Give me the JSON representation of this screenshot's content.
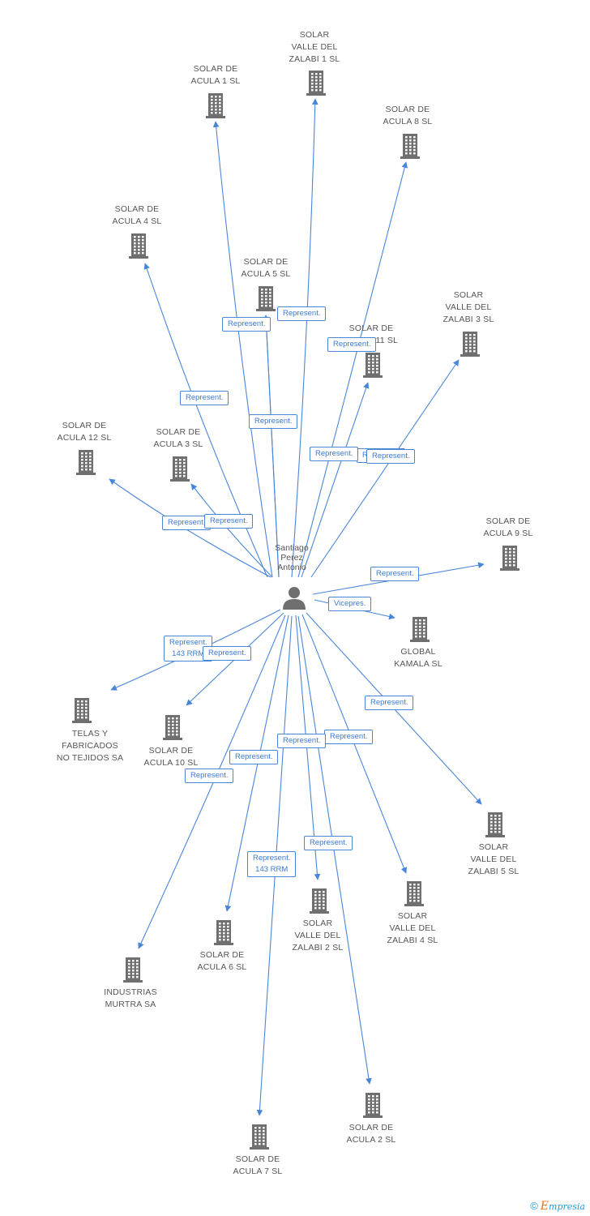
{
  "diagram": {
    "center": {
      "label": "Santiago\nPerez\nAntonio",
      "icon": "person-icon"
    },
    "colors": {
      "edge": "#4a86d8",
      "icon": "#6f6f6f",
      "text": "#555555"
    },
    "nodes": [
      {
        "id": "acula1",
        "label": "SOLAR DE\nACULA 1 SL",
        "icon": "building-icon"
      },
      {
        "id": "zalabi1",
        "label": "SOLAR\nVALLE DEL\nZALABI 1 SL",
        "icon": "building-icon"
      },
      {
        "id": "acula8",
        "label": "SOLAR DE\nACULA 8 SL",
        "icon": "building-icon"
      },
      {
        "id": "acula4",
        "label": "SOLAR DE\nACULA 4 SL",
        "icon": "building-icon"
      },
      {
        "id": "acula5",
        "label": "SOLAR DE\nACULA 5 SL",
        "icon": "building-icon"
      },
      {
        "id": "acula11",
        "label": "SOLAR DE\nACULA 11 SL",
        "icon": "building-icon"
      },
      {
        "id": "zalabi3",
        "label": "SOLAR\nVALLE DEL\nZALABI 3 SL",
        "icon": "building-icon"
      },
      {
        "id": "acula12",
        "label": "SOLAR DE\nACULA 12 SL",
        "icon": "building-icon"
      },
      {
        "id": "acula3",
        "label": "SOLAR DE\nACULA 3 SL",
        "icon": "building-icon"
      },
      {
        "id": "acula9",
        "label": "SOLAR DE\nACULA 9 SL",
        "icon": "building-icon"
      },
      {
        "id": "kamala",
        "label": "GLOBAL\nKAMALA SL",
        "icon": "building-icon"
      },
      {
        "id": "telas",
        "label": "TELAS Y\nFABRICADOS\nNO TEJIDOS SA",
        "icon": "building-icon"
      },
      {
        "id": "acula10",
        "label": "SOLAR DE\nACULA 10 SL",
        "icon": "building-icon"
      },
      {
        "id": "zalabi5",
        "label": "SOLAR\nVALLE DEL\nZALABI 5 SL",
        "icon": "building-icon"
      },
      {
        "id": "zalabi4",
        "label": "SOLAR\nVALLE DEL\nZALABI 4 SL",
        "icon": "building-icon"
      },
      {
        "id": "zalabi2",
        "label": "SOLAR\nVALLE DEL\nZALABI 2 SL",
        "icon": "building-icon"
      },
      {
        "id": "acula6",
        "label": "SOLAR DE\nACULA 6 SL",
        "icon": "building-icon"
      },
      {
        "id": "murtra",
        "label": "INDUSTRIAS\nMURTRA SA",
        "icon": "building-icon"
      },
      {
        "id": "acula2",
        "label": "SOLAR DE\nACULA 2 SL",
        "icon": "building-icon"
      },
      {
        "id": "acula7",
        "label": "SOLAR DE\nACULA 7 SL",
        "icon": "building-icon"
      }
    ],
    "edges": [
      {
        "to": "acula1",
        "label": "Represent."
      },
      {
        "to": "zalabi1",
        "label": "Represent."
      },
      {
        "to": "acula8",
        "label": "Represent."
      },
      {
        "to": "acula4",
        "label": "Represent."
      },
      {
        "to": "acula5",
        "label": "Represent."
      },
      {
        "to": "acula11",
        "label": "Represent."
      },
      {
        "to": "zalabi3",
        "label": "Represent."
      },
      {
        "to": "acula12",
        "label": "Represent."
      },
      {
        "to": "acula3",
        "label": "Represent."
      },
      {
        "to": "acula9",
        "label": "Represent."
      },
      {
        "to": "kamala",
        "label": "Vicepres."
      },
      {
        "to": "telas",
        "label": "Represent.\n143 RRM"
      },
      {
        "to": "acula10",
        "label": "Represent."
      },
      {
        "to": "zalabi5",
        "label": "Represent."
      },
      {
        "to": "zalabi4",
        "label": "Represent."
      },
      {
        "to": "zalabi2",
        "label": "Represent."
      },
      {
        "to": "acula6",
        "label": "Represent."
      },
      {
        "to": "murtra",
        "label": "Represent.\n143 RRM"
      },
      {
        "to": "acula2",
        "label": "Represent."
      },
      {
        "to": "acula7",
        "label": "Represent."
      },
      {
        "to": "acula5",
        "label": "Represent."
      }
    ]
  },
  "footer": {
    "copyright": "©",
    "brand_initial": "E",
    "brand_rest": "mpresia"
  }
}
